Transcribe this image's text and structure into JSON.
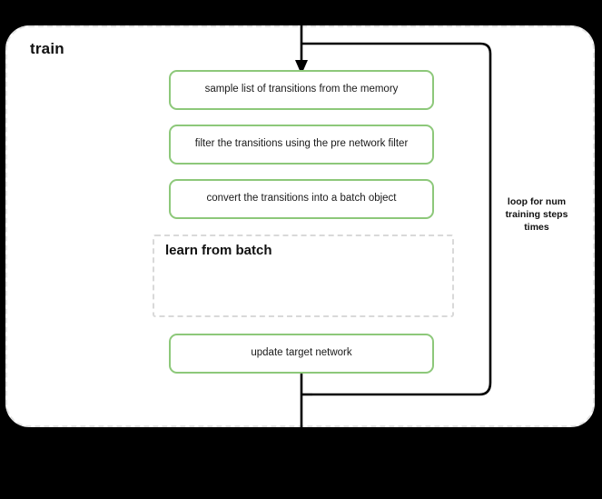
{
  "diagram": {
    "type": "flowchart",
    "title": "train",
    "container": {
      "label": "train",
      "border_style": "dashed",
      "border_color": "#e3e3e3"
    },
    "accent_color": "#8dc87a",
    "edge_color": "#000000",
    "steps": [
      {
        "id": "sample",
        "label": "sample list of transitions from the memory"
      },
      {
        "id": "filter",
        "label": "filter the transitions using the pre network filter"
      },
      {
        "id": "convert",
        "label": "convert the transitions into a batch object"
      },
      {
        "id": "update",
        "label": "update target network"
      }
    ],
    "subgraph": {
      "id": "learn-from-batch",
      "label": "learn from batch",
      "border_style": "dashed",
      "border_color": "#d9d9d9"
    },
    "loop": {
      "label": "loop for num training steps times",
      "direction": "back-edge"
    }
  }
}
